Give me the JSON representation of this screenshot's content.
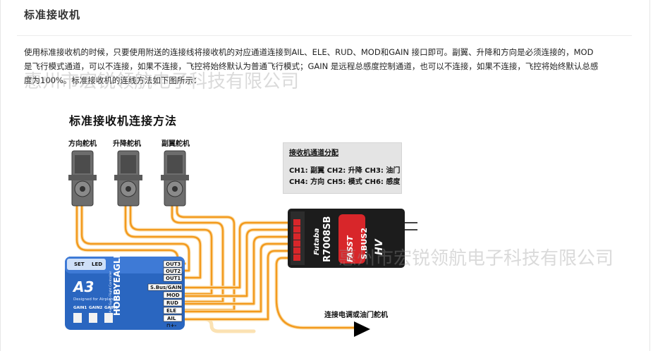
{
  "page": {
    "title": "标准接收机",
    "paragraph_lines": [
      "使用标准接收机的时候，只要使用附送的连接线将接收机的对应通道连接到AIL、ELE、RUD、MOD和GAIN 接口即可。副翼、升降和方向是必须连接的，MOD",
      "是飞行模式通道，可以不连接，如果不连接，飞控将始终默认为普通飞行模式；GAIN 是远程总感度控制通道，也可以不连接，如果不连接，飞控将始终默认总感",
      "度为100%。标准接收机的连线方法如下图所示："
    ],
    "watermark": "惠州市宏锐领航电子科技有限公司"
  },
  "diagram": {
    "title": "标准接收机连接方法",
    "servos": [
      "方向舵机",
      "升降舵机",
      "副翼舵机"
    ],
    "channel_box": {
      "title": "接收机通道分配",
      "row1": "CH1: 副翼  CH2: 升降  CH3: 油门",
      "row2": "CH4: 方向  CH5: 模式  CH6: 感度"
    },
    "controller": {
      "brand": "HOBBYEAGLE",
      "model": "A3",
      "tagline": "Designed for Airplanes",
      "subtitle": "3-Axis Gyro Flight Controller",
      "set_label": "SET",
      "led_label": "LED",
      "gain_labels": [
        "GAIN1",
        "GAIN2",
        "GAIN3"
      ],
      "ports": [
        "OUT3",
        "OUT2",
        "OUT1",
        "S.Bus/GAIN",
        "MOD",
        "RUD",
        "ELE",
        "AIL"
      ],
      "port_symbol": "⊓+-"
    },
    "receiver": {
      "brand": "Futaba",
      "model": "R7008SB",
      "system": "FASST",
      "sbus": "S.BUS2",
      "hv": "HV"
    },
    "output_label": "连接电调或油门舵机"
  },
  "colors": {
    "wire_orange": "#f39a1e",
    "wire_light": "#fbe2b3",
    "controller_blue": "#2a66c0",
    "receiver_black": "#1c1c1c",
    "accent_red": "#d8262a"
  }
}
